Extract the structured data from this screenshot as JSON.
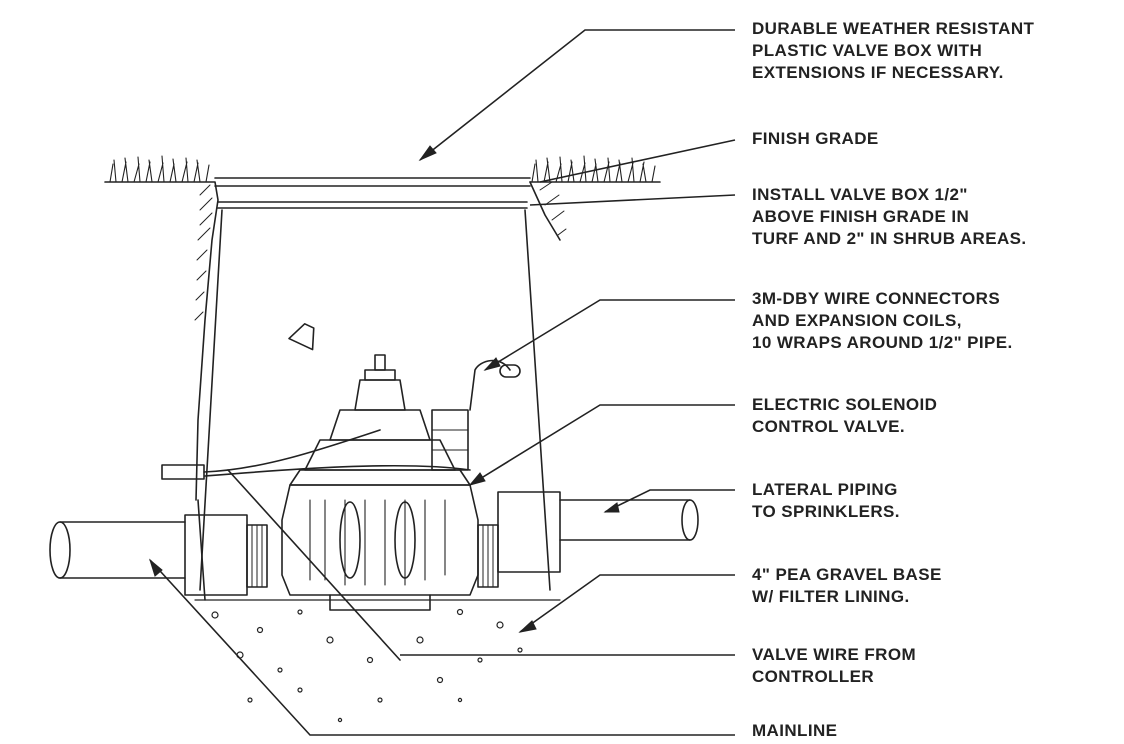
{
  "colors": {
    "ink": "#222222",
    "background": "#ffffff"
  },
  "callouts": [
    {
      "id": "valve-box",
      "lines": [
        "DURABLE WEATHER RESISTANT",
        "PLASTIC VALVE BOX WITH",
        "EXTENSIONS IF NECESSARY."
      ]
    },
    {
      "id": "finish-grade",
      "lines": [
        "FINISH GRADE"
      ]
    },
    {
      "id": "install-height",
      "lines": [
        "INSTALL VALVE BOX 1/2\"",
        "ABOVE FINISH GRADE IN",
        "TURF AND 2\" IN SHRUB AREAS."
      ]
    },
    {
      "id": "wire-connectors",
      "lines": [
        "3M-DBY WIRE CONNECTORS",
        "AND EXPANSION COILS,",
        "10 WRAPS AROUND 1/2\" PIPE."
      ]
    },
    {
      "id": "solenoid-valve",
      "lines": [
        "ELECTRIC SOLENOID",
        "CONTROL VALVE."
      ]
    },
    {
      "id": "lateral-piping",
      "lines": [
        "LATERAL PIPING",
        "TO SPRINKLERS."
      ]
    },
    {
      "id": "gravel-base",
      "lines": [
        "4\" PEA GRAVEL BASE",
        "W/ FILTER LINING."
      ]
    },
    {
      "id": "valve-wire",
      "lines": [
        "VALVE WIRE FROM",
        "CONTROLLER"
      ]
    },
    {
      "id": "mainline",
      "lines": [
        "MAINLINE"
      ]
    }
  ]
}
